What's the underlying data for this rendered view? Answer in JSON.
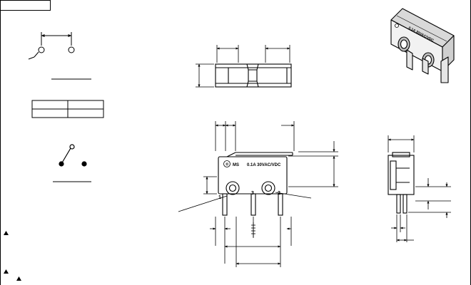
{
  "drawing": {
    "body_marking": "0.1A 30VAC/VDC",
    "brand_mark": "MS",
    "approval_mark": "⑧",
    "pin_labels": [
      "1",
      "3",
      "2"
    ],
    "iso_marking": "0.1A 30VAC/VDC"
  },
  "colors": {
    "line": "#000000",
    "background": "#ffffff"
  }
}
